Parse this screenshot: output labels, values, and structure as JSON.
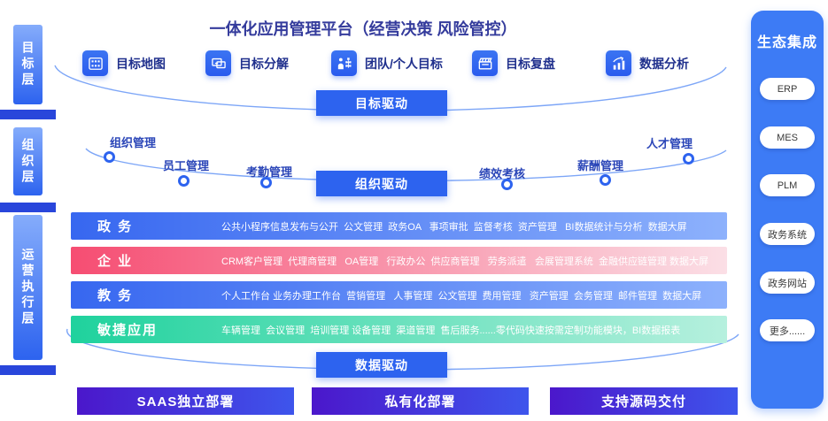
{
  "title": "一体化应用管理平台（经营决策 风险管控）",
  "goal_layer": {
    "label": "目标层",
    "items": [
      {
        "label": "目标地图",
        "icon": "grid-map-icon"
      },
      {
        "label": "目标分解",
        "icon": "screens-icon"
      },
      {
        "label": "团队/个人目标",
        "icon": "person-orgchart-icon"
      },
      {
        "label": "目标复盘",
        "icon": "clapperboard-icon"
      },
      {
        "label": "数据分析",
        "icon": "bar-chart-arrow-icon"
      }
    ],
    "driver": "目标驱动"
  },
  "org_layer": {
    "label": "组织层",
    "nodes": [
      "组织管理",
      "员工管理",
      "考勤管理",
      "绩效考核",
      "薪酬管理",
      "人才管理"
    ],
    "driver": "组织驱动"
  },
  "ops_layer": {
    "label": "运营执行层",
    "rows": [
      {
        "name": "政 务",
        "items": "公共小程序信息发布与公开  公文管理  政务OA   事项审批  监督考核  资产管理   BI数据统计与分析  数据大屏"
      },
      {
        "name": "企 业",
        "items": "CRM客户管理  代理商管理   OA管理   行政办公  供应商管理   劳务派遣   会展管理系统  金融供应链管理 数据大屏"
      },
      {
        "name": "教 务",
        "items": "个人工作台 业务办理工作台  营销管理   人事管理  公文管理  费用管理   资产管理  会务管理  邮件管理  数据大屏"
      },
      {
        "name": "敏捷应用",
        "items": "车辆管理  会议管理  培训管理 设备管理  渠道管理  售后服务......零代码快速按需定制功能模块，BI数据报表"
      }
    ],
    "driver": "数据驱动"
  },
  "deployment": [
    "SAAS独立部署",
    "私有化部署",
    "支持源码交付"
  ],
  "ecosystem": {
    "title": "生态集成",
    "pills": [
      "ERP",
      "MES",
      "PLM",
      "政务系统",
      "政务网站",
      "更多......"
    ]
  },
  "colors": {
    "primary_blue": "#2d63ef",
    "separator_blue": "#2946db",
    "sidebar_blue": "#3d7bf5",
    "title_navy": "#343b9c",
    "arc_blue": "#7da6f7",
    "row_blue_from": "#3767f0",
    "row_blue_to": "#8db1fc",
    "row_red_from": "#f64d72",
    "row_red_to": "#fbdfe6",
    "row_green_from": "#1fd29d",
    "row_green_to": "#b6f0de",
    "deploy_from": "#4b17cb",
    "deploy_to": "#3e55ec"
  }
}
